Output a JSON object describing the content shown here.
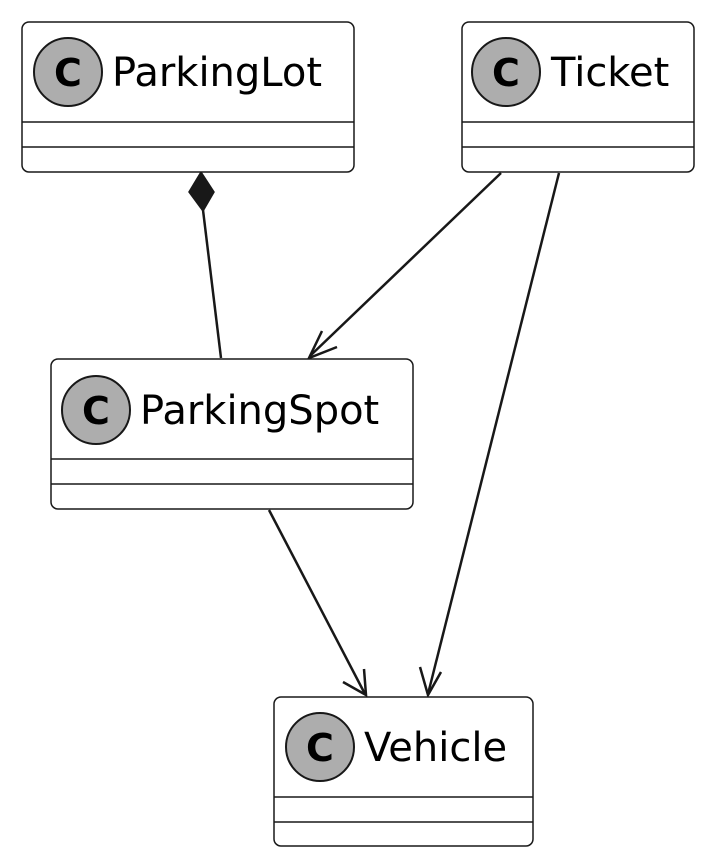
{
  "diagram": {
    "classes": [
      {
        "id": "parkinglot",
        "name": "ParkingLot",
        "stereotype_letter": "C"
      },
      {
        "id": "ticket",
        "name": "Ticket",
        "stereotype_letter": "C"
      },
      {
        "id": "parkingspot",
        "name": "ParkingSpot",
        "stereotype_letter": "C"
      },
      {
        "id": "vehicle",
        "name": "Vehicle",
        "stereotype_letter": "C"
      }
    ],
    "relations": [
      {
        "from": "ParkingLot",
        "to": "ParkingSpot",
        "type": "composition"
      },
      {
        "from": "Ticket",
        "to": "ParkingSpot",
        "type": "association"
      },
      {
        "from": "Ticket",
        "to": "Vehicle",
        "type": "association"
      },
      {
        "from": "ParkingSpot",
        "to": "Vehicle",
        "type": "association"
      }
    ]
  },
  "colors": {
    "class_fill": "#ffffff",
    "class_border": "#181818",
    "circle_fill": "#ADADAD",
    "line": "#181818"
  }
}
